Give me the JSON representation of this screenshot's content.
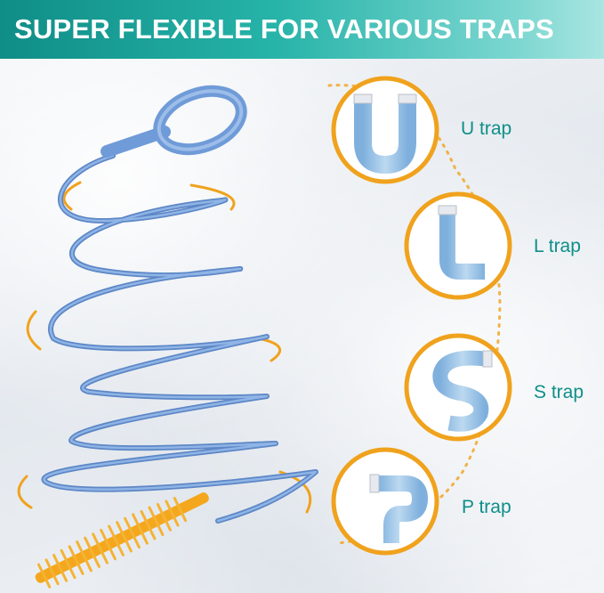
{
  "header": {
    "title": "SUPER FLEXIBLE FOR VARIOUS TRAPS"
  },
  "traps": [
    {
      "label": "U trap",
      "icon": "u-trap-pipe-icon"
    },
    {
      "label": "L trap",
      "icon": "l-trap-pipe-icon"
    },
    {
      "label": "S trap",
      "icon": "s-trap-pipe-icon"
    },
    {
      "label": "P trap",
      "icon": "p-trap-pipe-icon"
    }
  ],
  "colors": {
    "banner_start": "#0f8d87",
    "banner_end": "#a9e5e1",
    "tool_blue": "#6f9bd8",
    "brush_orange": "#f4a71d",
    "circle_ring": "#f0a21d",
    "pipe_blue": "#a9cdea",
    "label_teal": "#0e8f89"
  }
}
